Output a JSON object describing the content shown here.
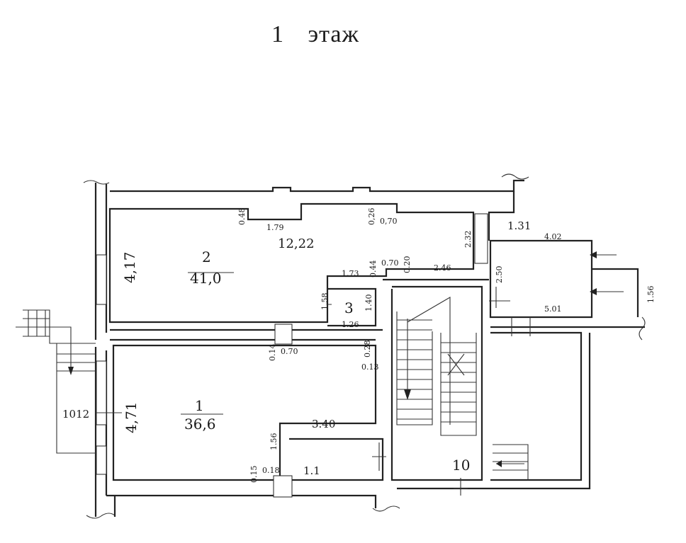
{
  "title": {
    "number": "1",
    "text": "этаж"
  },
  "rooms": {
    "r1": {
      "number": "1",
      "area": "36,6",
      "width": "4,71",
      "len": "3.40",
      "side": "1.56",
      "stair": "1012"
    },
    "r2": {
      "number": "2",
      "area": "41,0",
      "length": "12,22",
      "width": "4,17"
    },
    "r3": {
      "number": "3",
      "w1": "1.73",
      "w2": "1.40",
      "h": "1.58",
      "b": "1.26"
    },
    "r10": {
      "number": "10"
    },
    "r11": {
      "number": "1.1"
    },
    "right": {
      "a": "1.31",
      "b": "4.02",
      "c": "2.50",
      "d": "5.01",
      "e": "1.56",
      "f": "2.32",
      "g": "2.46"
    }
  },
  "small_dims": {
    "d048": "0.48",
    "d179": "1.79",
    "d026": "0,26",
    "d070a": "0,70",
    "d044": "0.44",
    "d070b": "0.70",
    "d020": "0.20",
    "d014": "0.14",
    "d070c": "0.70",
    "d028": "0.28",
    "d013": "0.13",
    "d015": "0.15",
    "d018": "0.18"
  }
}
